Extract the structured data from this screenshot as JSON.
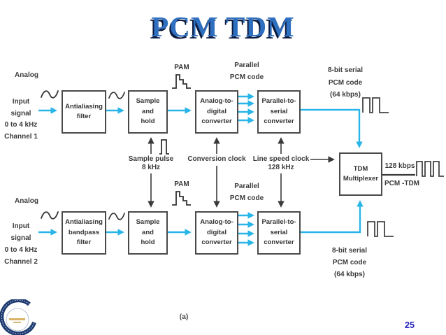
{
  "title": "PCM TDM",
  "page_number": "25",
  "caption": "(a)",
  "channel1": {
    "analog": "Analog",
    "input": [
      "Input",
      "signal",
      "0 to 4 kHz",
      "Channel 1"
    ],
    "filter_box": [
      "Antialiasing",
      "filter"
    ],
    "sample_box": [
      "Sample",
      "and",
      "hold"
    ],
    "adc_box": [
      "Analog-to-",
      "digital",
      "converter"
    ],
    "p2s_box": [
      "Parallel-to-",
      "serial",
      "converter"
    ],
    "pam": "PAM",
    "parallel": [
      "Parallel",
      "PCM code"
    ],
    "serial": [
      "8-bit serial",
      "PCM code",
      "(64 kbps)"
    ]
  },
  "channel2": {
    "analog": "Analog",
    "input": [
      "Input",
      "signal",
      "0 to 4 kHz",
      "Channel 2"
    ],
    "filter_box": [
      "Antialiasing",
      "bandpass",
      "filter"
    ],
    "sample_box": [
      "Sample",
      "and",
      "hold"
    ],
    "adc_box": [
      "Analog-to-",
      "digital",
      "converter"
    ],
    "p2s_box": [
      "Parallel-to-",
      "serial",
      "converter"
    ],
    "pam": "PAM",
    "parallel": [
      "Parallel",
      "PCM code"
    ],
    "serial": [
      "8-bit serial",
      "PCM code",
      "(64 kbps)"
    ]
  },
  "clocks": {
    "sample_pulse": [
      "Sample pulse",
      "8 kHz"
    ],
    "conversion": "Conversion clock",
    "line_speed": [
      "Line speed clock",
      "128 kHz"
    ]
  },
  "mux": {
    "box": [
      "TDM",
      "Multiplexer"
    ],
    "rate": "128 kbps",
    "output": "PCM -TDM"
  },
  "icons": {
    "sine_wave": "sine-wave-icon",
    "pam_pulse": "pam-staircase-pulse-icon",
    "clock_pulse": "clock-pulse-icon",
    "serial_wave": "square-wave-icon",
    "output_wave": "square-wave-3-icon",
    "logo": "university-seal-logo"
  },
  "colors": {
    "signal_cyan": "#29b5e8",
    "line_dark": "#3a3a3a",
    "title_blue": "#2e6fc0",
    "title_shadow": "#0c1a3e",
    "page_blue": "#2424c0"
  }
}
